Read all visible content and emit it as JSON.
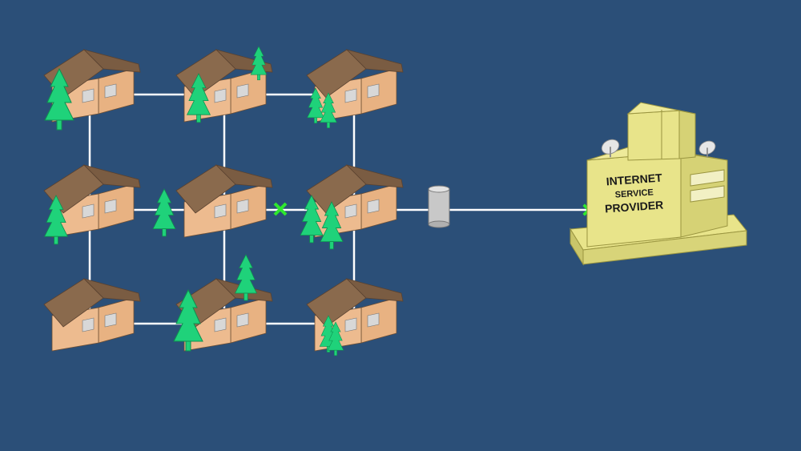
{
  "isp": {
    "line1": "INTERNET",
    "line2": "SERVICE",
    "line3": "PROVIDER"
  },
  "colors": {
    "background": "#2b4f78",
    "house_wall": "#e9b587",
    "house_roof": "#8c6a4c",
    "tree": "#1fd27a",
    "link": "#ffffff",
    "node_marker": "#2ee82e",
    "isp_building": "#e8e48a",
    "repeater": "#c8c8c8"
  },
  "icons": {
    "house": "house-icon",
    "tree": "pine-tree-icon",
    "repeater": "cylinder-repeater-icon",
    "isp": "isp-building-icon",
    "satellite": "satellite-dish-icon",
    "marker": "star-marker-icon"
  }
}
